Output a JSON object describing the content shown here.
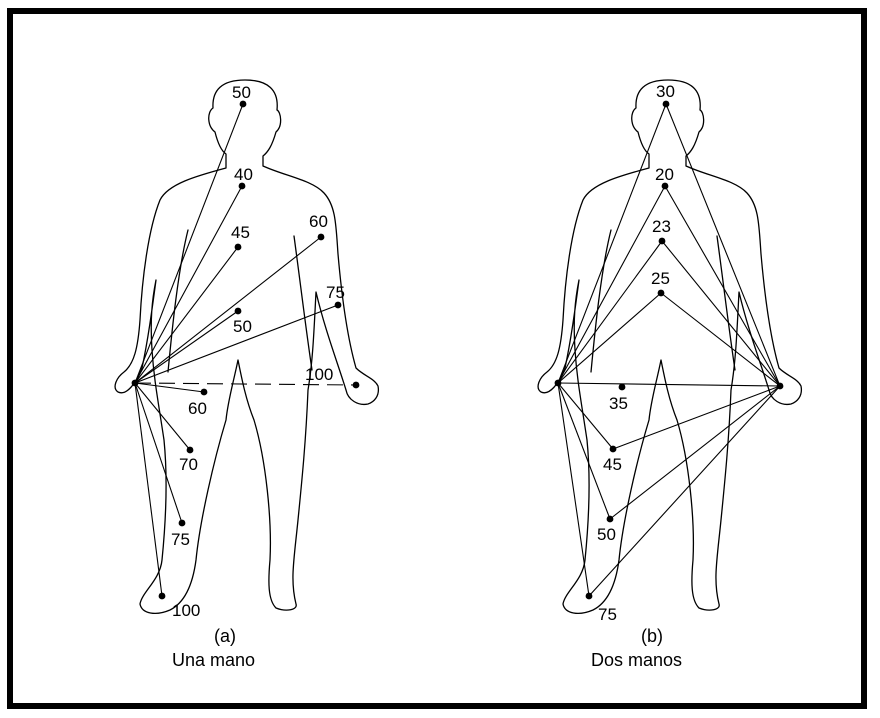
{
  "figure_a": {
    "letter": "(a)",
    "caption": "Una mano",
    "points": [
      {
        "name": "head",
        "value": "50"
      },
      {
        "name": "neck",
        "value": "40"
      },
      {
        "name": "chest",
        "value": "45"
      },
      {
        "name": "left-shoulder",
        "value": "60"
      },
      {
        "name": "left-elbow",
        "value": "75"
      },
      {
        "name": "abdomen",
        "value": "50"
      },
      {
        "name": "left-hand",
        "value": "100"
      },
      {
        "name": "groin",
        "value": "60"
      },
      {
        "name": "thigh",
        "value": "70"
      },
      {
        "name": "knee",
        "value": "75"
      },
      {
        "name": "foot",
        "value": "100"
      }
    ]
  },
  "figure_b": {
    "letter": "(b)",
    "caption": "Dos manos",
    "points": [
      {
        "name": "head",
        "value": "30"
      },
      {
        "name": "neck",
        "value": "20"
      },
      {
        "name": "chest",
        "value": "23"
      },
      {
        "name": "upper-abdomen",
        "value": "25"
      },
      {
        "name": "groin",
        "value": "35"
      },
      {
        "name": "thigh",
        "value": "45"
      },
      {
        "name": "knee",
        "value": "50"
      },
      {
        "name": "foot",
        "value": "75"
      }
    ]
  }
}
